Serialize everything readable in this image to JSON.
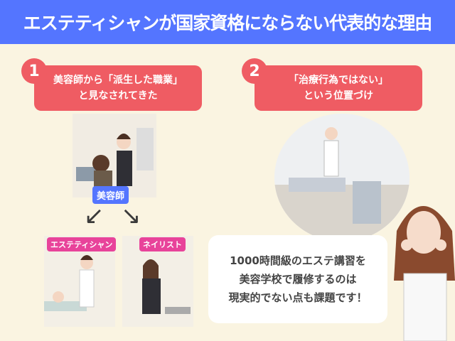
{
  "title": "エステティシャンが国家資格にならない代表的な理由",
  "reasons": [
    {
      "number": "1",
      "line1": "美容師から「派生した職業」",
      "line2": "と見なされてきた"
    },
    {
      "number": "2",
      "line1": "「治療行為ではない」",
      "line2": "という位置づけ"
    }
  ],
  "labels": {
    "hairdresser": "美容師",
    "esthetician": "エステティシャン",
    "nailist": "ネイリスト"
  },
  "note": [
    "1000時間級のエステ講習を",
    "美容学校で履修するのは",
    "現実的でない点も課題です！"
  ],
  "colors": {
    "header": "#5475ff",
    "accent": "#ef5c63",
    "tag_blue": "#5475ff",
    "tag_pink": "#e8439a"
  }
}
